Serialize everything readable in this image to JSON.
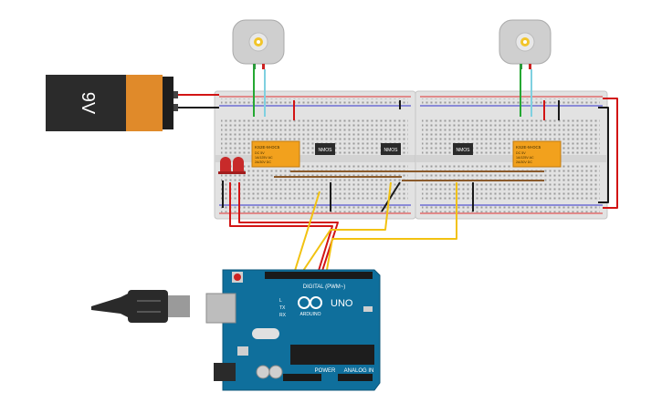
{
  "battery": {
    "label": "9V"
  },
  "motors": [
    {
      "id": "motor-left"
    },
    {
      "id": "motor-right"
    }
  ],
  "relays": [
    {
      "model": "KS2E-M-DC5",
      "lines": [
        "DC 5V",
        "1A/125V AC",
        "2A/30V DC"
      ]
    },
    {
      "model": "KS2E-M-DC5",
      "lines": [
        "DC 5V",
        "1A/125V AC",
        "2A/30V DC"
      ]
    }
  ],
  "mosfets": [
    {
      "label": "NMOS"
    },
    {
      "label": "NMOS"
    },
    {
      "label": "NMOS"
    }
  ],
  "arduino": {
    "brand": "ARDUINO",
    "model": "UNO",
    "digital_header": "DIGITAL (PWM~)",
    "power_header": "POWER",
    "analog_header": "ANALOG IN",
    "pin_labels": [
      "L",
      "TX",
      "RX"
    ]
  },
  "colors": {
    "breadboard": "#dcdcdc",
    "arduino_board": "#0f6f9c",
    "relay": "#f2a11d",
    "wire_red": "#d21414",
    "wire_black": "#1a1a1a",
    "wire_yellow": "#f2c211",
    "wire_green": "#25a832",
    "wire_cyan": "#7fd0e0",
    "wire_brown": "#8a5a2b"
  }
}
